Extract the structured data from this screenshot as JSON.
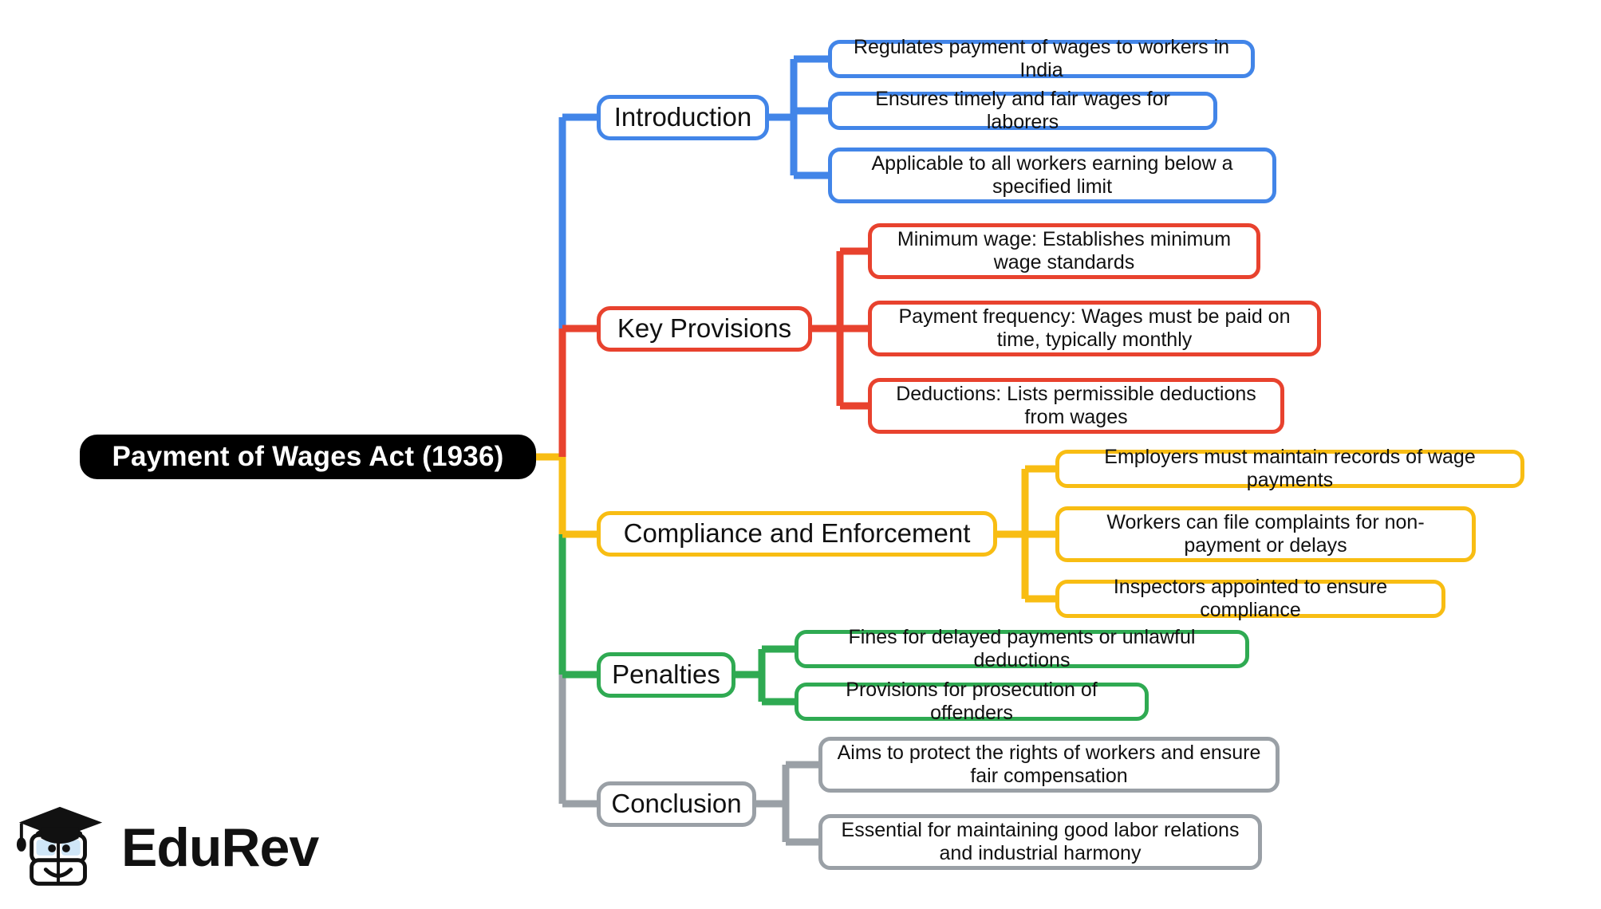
{
  "diagram": {
    "type": "mind-map",
    "title": "Payment of Wages Act (1936)",
    "orientation": "left-to-right",
    "root": {
      "label": "Payment of Wages Act (1936)",
      "fill": "#000000",
      "text_color": "#ffffff"
    },
    "branches": [
      {
        "id": "introduction",
        "label": "Introduction",
        "color": "#4285e8",
        "color_name": "blue",
        "children": [
          {
            "label": "Regulates payment of wages to workers in India"
          },
          {
            "label": "Ensures timely and fair wages for laborers"
          },
          {
            "label": "Applicable to all workers earning below a specified limit"
          }
        ]
      },
      {
        "id": "key-provisions",
        "label": "Key Provisions",
        "color": "#e8422e",
        "color_name": "red",
        "children": [
          {
            "label": "Minimum wage: Establishes minimum wage standards"
          },
          {
            "label": "Payment frequency: Wages must be paid on time, typically monthly"
          },
          {
            "label": "Deductions: Lists permissible deductions from wages"
          }
        ]
      },
      {
        "id": "compliance-and-enforcement",
        "label": "Compliance and Enforcement",
        "color": "#f8bd13",
        "color_name": "yellow",
        "children": [
          {
            "label": "Employers must maintain records of wage payments"
          },
          {
            "label": "Workers can file complaints for non-payment or delays"
          },
          {
            "label": "Inspectors appointed to ensure compliance"
          }
        ]
      },
      {
        "id": "penalties",
        "label": "Penalties",
        "color": "#2faa52",
        "color_name": "green",
        "children": [
          {
            "label": "Fines for delayed payments or unlawful deductions"
          },
          {
            "label": "Provisions for prosecution of offenders"
          }
        ]
      },
      {
        "id": "conclusion",
        "label": "Conclusion",
        "color": "#9aa0a6",
        "color_name": "gray",
        "children": [
          {
            "label": "Aims to protect the rights of workers and ensure fair compensation"
          },
          {
            "label": "Essential for maintaining good labor relations and industrial harmony"
          }
        ]
      }
    ]
  },
  "watermark": {
    "brand": "EduRev",
    "icon": "graduation-cap-book-mascot-icon"
  }
}
